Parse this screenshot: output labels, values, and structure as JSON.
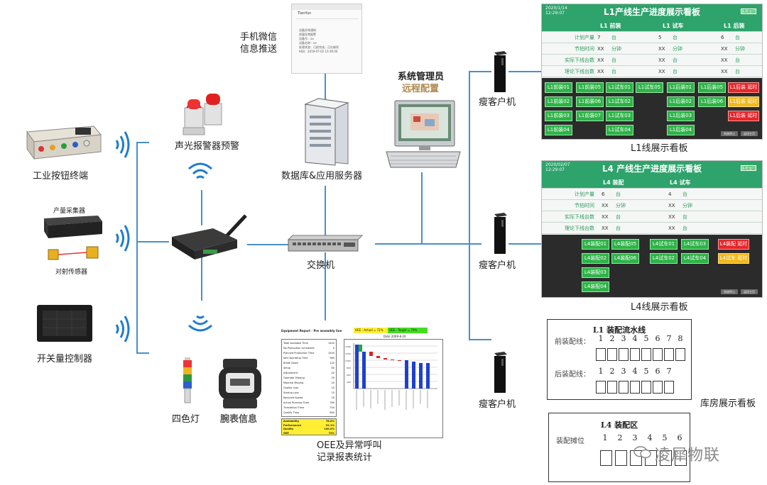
{
  "labels": {
    "phone_push": [
      "手机微信",
      "信息推送"
    ],
    "sys_admin_1": "系统管理员",
    "sys_admin_2": "远程配置",
    "alarm": "声光报警器预警",
    "db_server": "数据库&应用服务器",
    "button_terminal": "工业按钮终端",
    "collector": "产量采集器",
    "sensor": "对射传感器",
    "switch_controller": "开关量控制器",
    "switch": "交换机",
    "four_color_light": "四色灯",
    "watch_info": "腕表信息",
    "oee_1": "OEE及异常呼叫",
    "oee_2": "记录报表统计",
    "thin_client": "瘦客户机",
    "l1_board_caption": "L1线展示看板",
    "l4_board_caption": "L4线展示看板",
    "warehouse_caption": "库房展示看板",
    "watermark": "凌犀物联"
  },
  "phone": {
    "app": "TianYun",
    "lines": [
      "设备异常通知",
      "质量异常报警",
      "设备号：xx",
      "设备名称：xx",
      "处理状态：已经完成，正在继续",
      "时间：2019-07-02 13:36:00"
    ]
  },
  "l1_board": {
    "date": "2020/1/14",
    "time": "12:29:07",
    "title": "L1产线生产进度展示看板",
    "btn": "系统运行",
    "columns": [
      "L1 前装",
      "L1 试车",
      "L1 后装"
    ],
    "rows": [
      {
        "label": "计划产量",
        "values": [
          "7",
          "5",
          "6"
        ],
        "unit": "台"
      },
      {
        "label": "节拍时间",
        "values": [
          "XX",
          "XX",
          "XX"
        ],
        "unit": "分钟"
      },
      {
        "label": "实际下线台数",
        "values": [
          "XX",
          "XX",
          "XX"
        ],
        "unit": "台"
      },
      {
        "label": "理论下线台数",
        "values": [
          "XX",
          "XX",
          "XX"
        ],
        "unit": "台"
      }
    ],
    "tiles": [
      {
        "t": "L1前装01",
        "s": "g"
      },
      {
        "t": "L1前装02",
        "s": "g"
      },
      {
        "t": "L1前装03",
        "s": "g"
      },
      {
        "t": "L1前装04",
        "s": "g"
      },
      {
        "t": "L1前装05",
        "s": "g"
      },
      {
        "t": "L1前装06",
        "s": "g"
      },
      {
        "t": "L1前装07",
        "s": "g"
      },
      {
        "t": "L1试车01",
        "s": "g"
      },
      {
        "t": "L1试车02",
        "s": "g"
      },
      {
        "t": "L1试车03",
        "s": "g"
      },
      {
        "t": "L1试车04",
        "s": "g"
      },
      {
        "t": "L1试车05",
        "s": "g"
      },
      {
        "t": "L1后装01",
        "s": "g"
      },
      {
        "t": "L1后装02",
        "s": "g"
      },
      {
        "t": "L1后装03",
        "s": "g"
      },
      {
        "t": "L1后装04",
        "s": "g"
      },
      {
        "t": "L1后装05",
        "s": "g"
      },
      {
        "t": "L1后装06",
        "s": "g"
      },
      {
        "t": "L1后装 延时",
        "s": "r"
      },
      {
        "t": "L1后装 延时",
        "s": "y"
      },
      {
        "t": "L1后装 延时",
        "s": "r"
      }
    ],
    "mini_btns": [
      "系统停止",
      "返回主页"
    ]
  },
  "l4_board": {
    "date": "2020/02/07",
    "time": "12:29:07",
    "title": "L4 产线生产进度展示看板",
    "btn": "系统运行",
    "columns": [
      "L4 装配",
      "L4 试车"
    ],
    "rows": [
      {
        "label": "计划产量",
        "values": [
          "6",
          "4"
        ],
        "unit": "台"
      },
      {
        "label": "节拍时间",
        "values": [
          "XX",
          "XX"
        ],
        "unit": "分钟"
      },
      {
        "label": "实际下线台数",
        "values": [
          "XX",
          "XX"
        ],
        "unit": "台"
      },
      {
        "label": "理论下线台数",
        "values": [
          "XX",
          "XX"
        ],
        "unit": "台"
      }
    ],
    "tiles": [
      {
        "t": "L4装配01",
        "s": "g"
      },
      {
        "t": "L4装配02",
        "s": "g"
      },
      {
        "t": "L4装配03",
        "s": "g"
      },
      {
        "t": "L4装配04",
        "s": "g"
      },
      {
        "t": "L4装配05",
        "s": "g"
      },
      {
        "t": "L4装配06",
        "s": "g"
      },
      {
        "t": "L4试车01",
        "s": "g"
      },
      {
        "t": "L4试车02",
        "s": "g"
      },
      {
        "t": "L4试车03",
        "s": "g"
      },
      {
        "t": "L4试车04",
        "s": "g"
      },
      {
        "t": "L4装配 延时",
        "s": "r"
      },
      {
        "t": "L4试车 延时",
        "s": "y"
      }
    ],
    "mini_btns": [
      "系统停止",
      "返回主页"
    ]
  },
  "l1_assembly": {
    "title": "L1 装配流水线",
    "front_label": "前装配线：",
    "front_nums": [
      "1",
      "2",
      "3",
      "4",
      "5",
      "6",
      "7",
      "8"
    ],
    "rear_label": "后装配线：",
    "rear_nums": [
      "1",
      "2",
      "3",
      "4",
      "5",
      "6",
      "7"
    ]
  },
  "l4_assembly": {
    "title": "L4 装配区",
    "label": "装配摊位",
    "nums": [
      "1",
      "2",
      "3",
      "4",
      "5",
      "6"
    ]
  },
  "report": {
    "title": "Equipment Report - Pre assembly line",
    "oee_actual": "OEE - Actual = 72%",
    "oee_target": "OEE - Target = 74%",
    "date": "Date   2009-8-20",
    "rows": [
      [
        "Total Available Time",
        "1440"
      ],
      [
        "No Production scheduled",
        "0"
      ],
      [
        "Planned Production Time",
        "1440"
      ],
      [
        "Net Operating Time",
        "960"
      ],
      [
        "Break Down",
        "120"
      ],
      [
        "Setup",
        "60"
      ],
      [
        "Adjustment",
        "40"
      ],
      [
        "Operator Missing",
        "30"
      ],
      [
        "Material Missing",
        "20"
      ],
      [
        "Quality Loss",
        "10"
      ],
      [
        "Startup Loss",
        "15"
      ],
      [
        "Reduced Speed",
        "25"
      ],
      [
        "Actual Running Time",
        "780"
      ],
      [
        "Theoretical Time",
        "700"
      ],
      [
        "Quality Time",
        "650"
      ]
    ],
    "summary": [
      [
        "Availability",
        "78.0%"
      ],
      [
        "Performance",
        "92.1%"
      ],
      [
        "Quality",
        "100.0%"
      ],
      [
        "OEE",
        "72%"
      ]
    ]
  }
}
